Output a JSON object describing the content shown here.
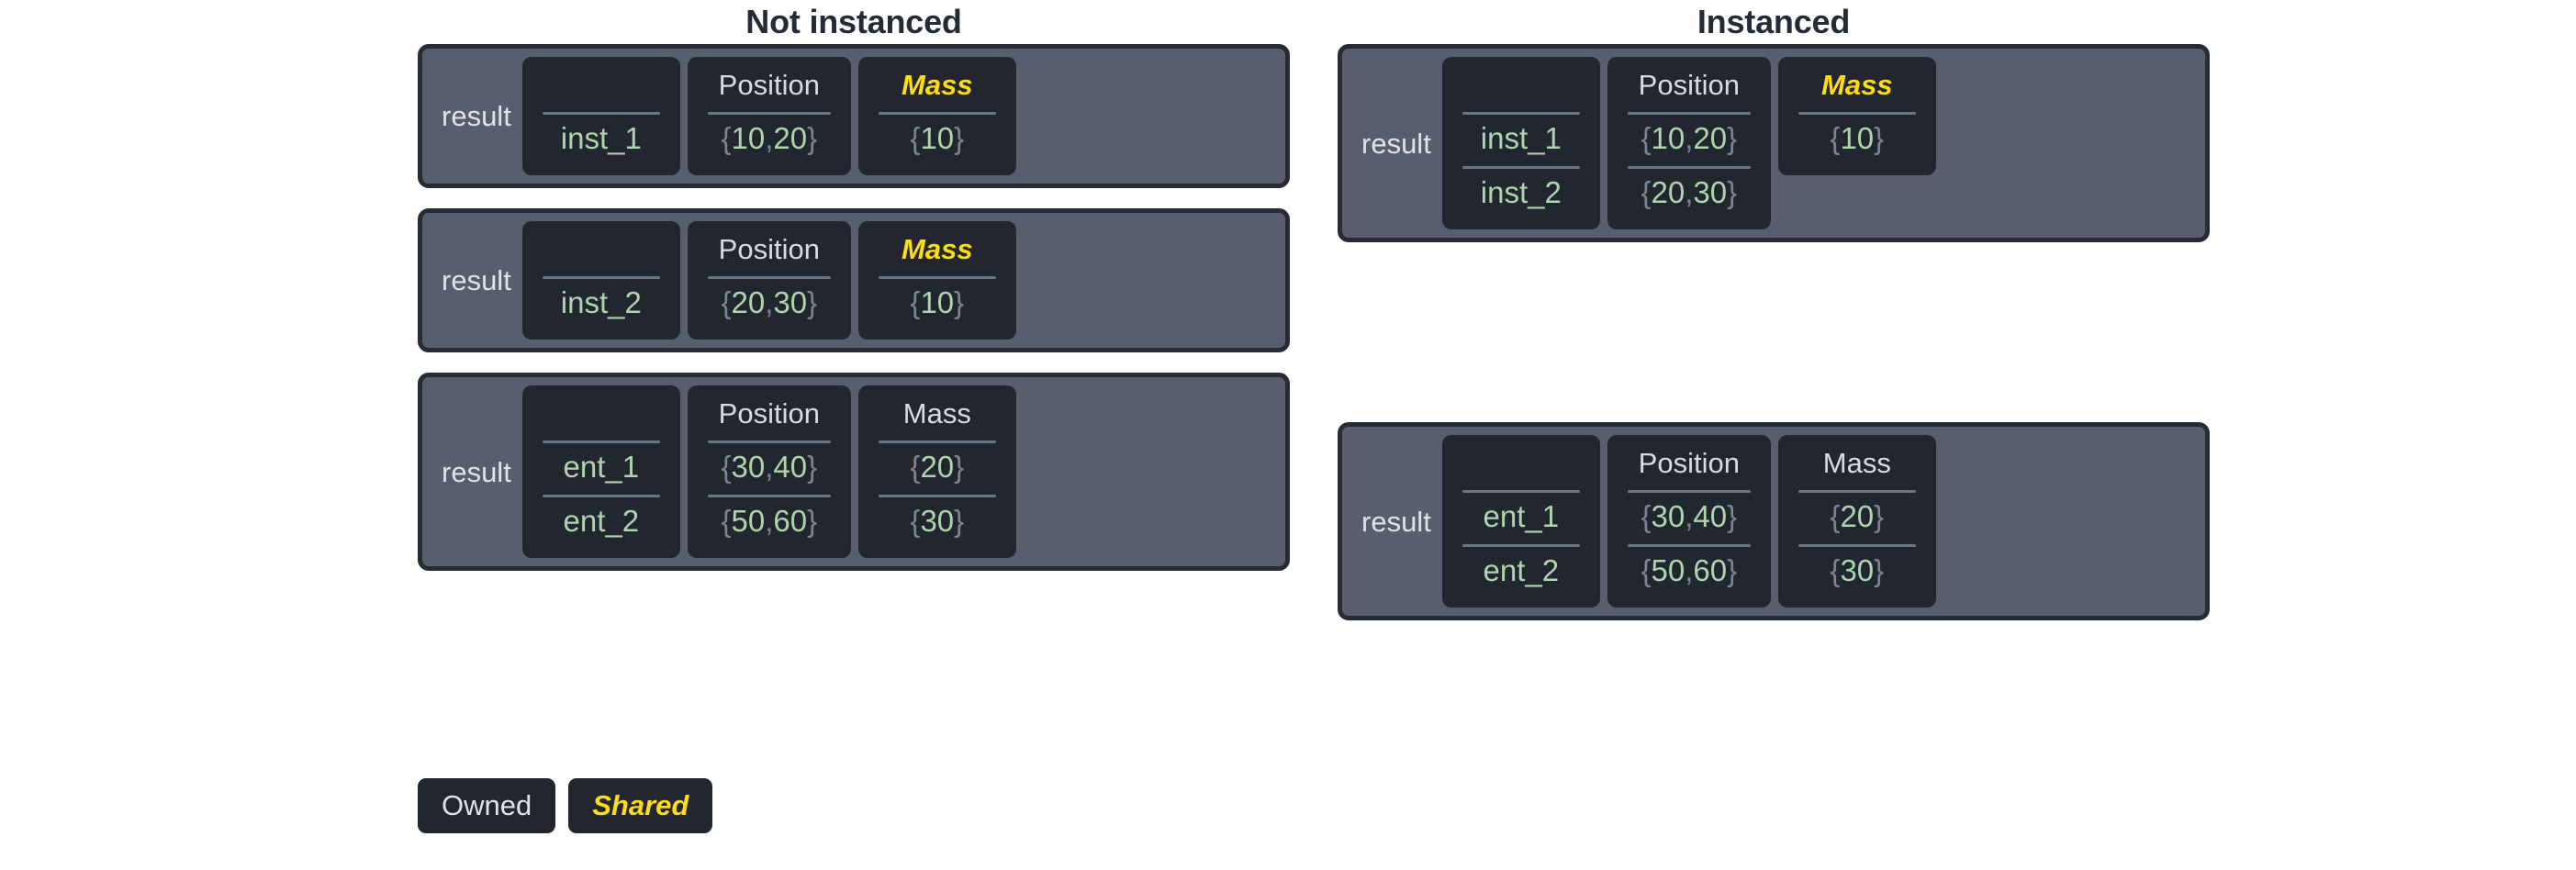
{
  "columns": [
    {
      "title": "Not instanced",
      "panels": [
        {
          "label": "result",
          "mass_shared": true,
          "headers": {
            "name": "",
            "position": "Position",
            "mass": "Mass"
          },
          "rows": [
            {
              "name": "inst_1",
              "position": "{10, 20}",
              "mass": "{10}"
            }
          ]
        },
        {
          "label": "result",
          "mass_shared": true,
          "headers": {
            "name": "",
            "position": "Position",
            "mass": "Mass"
          },
          "rows": [
            {
              "name": "inst_2",
              "position": "{20, 30}",
              "mass": "{10}"
            }
          ]
        },
        {
          "label": "result",
          "mass_shared": false,
          "headers": {
            "name": "",
            "position": "Position",
            "mass": "Mass"
          },
          "rows": [
            {
              "name": "ent_1",
              "position": "{30, 40}",
              "mass": "{20}"
            },
            {
              "name": "ent_2",
              "position": "{50, 60}",
              "mass": "{30}"
            }
          ]
        }
      ]
    },
    {
      "title": "Instanced",
      "panels": [
        {
          "label": "result",
          "mass_shared": true,
          "mass_rows": 1,
          "headers": {
            "name": "",
            "position": "Position",
            "mass": "Mass"
          },
          "rows": [
            {
              "name": "inst_1",
              "position": "{10, 20}",
              "mass": "{10}"
            },
            {
              "name": "inst_2",
              "position": "{20, 30}",
              "mass": null
            }
          ]
        },
        {
          "label": "result",
          "mass_shared": false,
          "headers": {
            "name": "",
            "position": "Position",
            "mass": "Mass"
          },
          "rows": [
            {
              "name": "ent_1",
              "position": "{30, 40}",
              "mass": "{20}"
            },
            {
              "name": "ent_2",
              "position": "{50, 60}",
              "mass": "{30}"
            }
          ]
        }
      ]
    }
  ],
  "legend": [
    {
      "label": "Owned",
      "shared": false
    },
    {
      "label": "Shared",
      "shared": true
    }
  ],
  "colors": {
    "panel_bg": "#585e6e",
    "panel_border": "#262b36",
    "cell_bg": "#22262f",
    "value_green": "#aed5ad",
    "brace_gray": "#7c8493",
    "header_white": "#d7dbe4",
    "shared_yellow": "#ffdd10",
    "title_dark": "#242a36",
    "divider": "#6e7683",
    "page_bg": "#ffffff"
  }
}
